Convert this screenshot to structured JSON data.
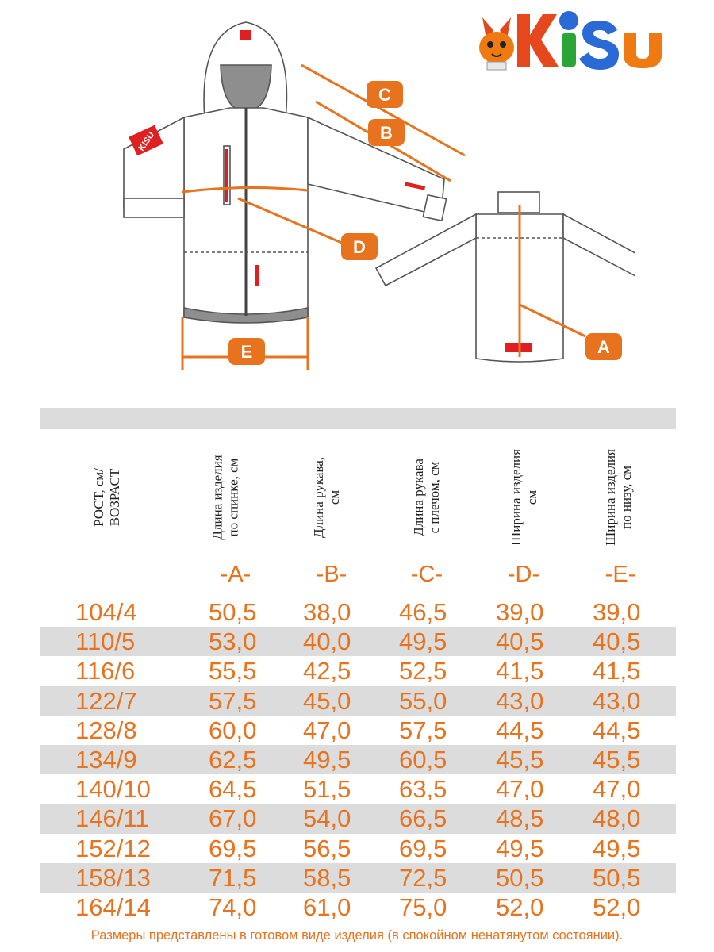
{
  "brand": {
    "name": "KISU",
    "letter_colors": [
      "#e6481e",
      "#2aa537",
      "#2a6ad6",
      "#f07a12"
    ]
  },
  "colors": {
    "accent": "#e8731e",
    "stripe": "#dcdcdc",
    "marker_fill": "#e8731e",
    "zip_red": "#e02020"
  },
  "illustration": {
    "markers": {
      "a": "A",
      "b": "B",
      "c": "C",
      "d": "D",
      "e": "E"
    },
    "sleeve_badge": "KISU"
  },
  "table": {
    "height_header": [
      "РОСТ, см/",
      "ВОЗРАСТ"
    ],
    "columns": [
      {
        "lines": [
          "Длина изделия",
          "по спинке, см"
        ],
        "letter": "-A-"
      },
      {
        "lines": [
          "Длина рукава,",
          "см"
        ],
        "letter": "-B-"
      },
      {
        "lines": [
          "Длина рукава",
          "с плечом, см"
        ],
        "letter": "-C-"
      },
      {
        "lines": [
          "Ширина изделия",
          "см"
        ],
        "letter": "-D-"
      },
      {
        "lines": [
          "Ширина изделия",
          "по низу, см"
        ],
        "letter": "-E-"
      }
    ],
    "rows": [
      [
        "104/4",
        "50,5",
        "38,0",
        "46,5",
        "39,0",
        "39,0"
      ],
      [
        "110/5",
        "53,0",
        "40,0",
        "49,5",
        "40,5",
        "40,5"
      ],
      [
        "116/6",
        "55,5",
        "42,5",
        "52,5",
        "41,5",
        "41,5"
      ],
      [
        "122/7",
        "57,5",
        "45,0",
        "55,0",
        "43,0",
        "43,0"
      ],
      [
        "128/8",
        "60,0",
        "47,0",
        "57,5",
        "44,5",
        "44,5"
      ],
      [
        "134/9",
        "62,5",
        "49,5",
        "60,5",
        "45,5",
        "45,5"
      ],
      [
        "140/10",
        "64,5",
        "51,5",
        "63,5",
        "47,0",
        "47,0"
      ],
      [
        "146/11",
        "67,0",
        "54,0",
        "66,5",
        "48,5",
        "48,0"
      ],
      [
        "152/12",
        "69,5",
        "56,5",
        "69,5",
        "49,5",
        "49,5"
      ],
      [
        "158/13",
        "71,5",
        "58,5",
        "72,5",
        "50,5",
        "50,5"
      ],
      [
        "164/14",
        "74,0",
        "61,0",
        "75,0",
        "52,0",
        "52,0"
      ]
    ]
  },
  "footnote": "Размеры представлены в готовом виде изделия (в спокойном ненатянутом состоянии)."
}
